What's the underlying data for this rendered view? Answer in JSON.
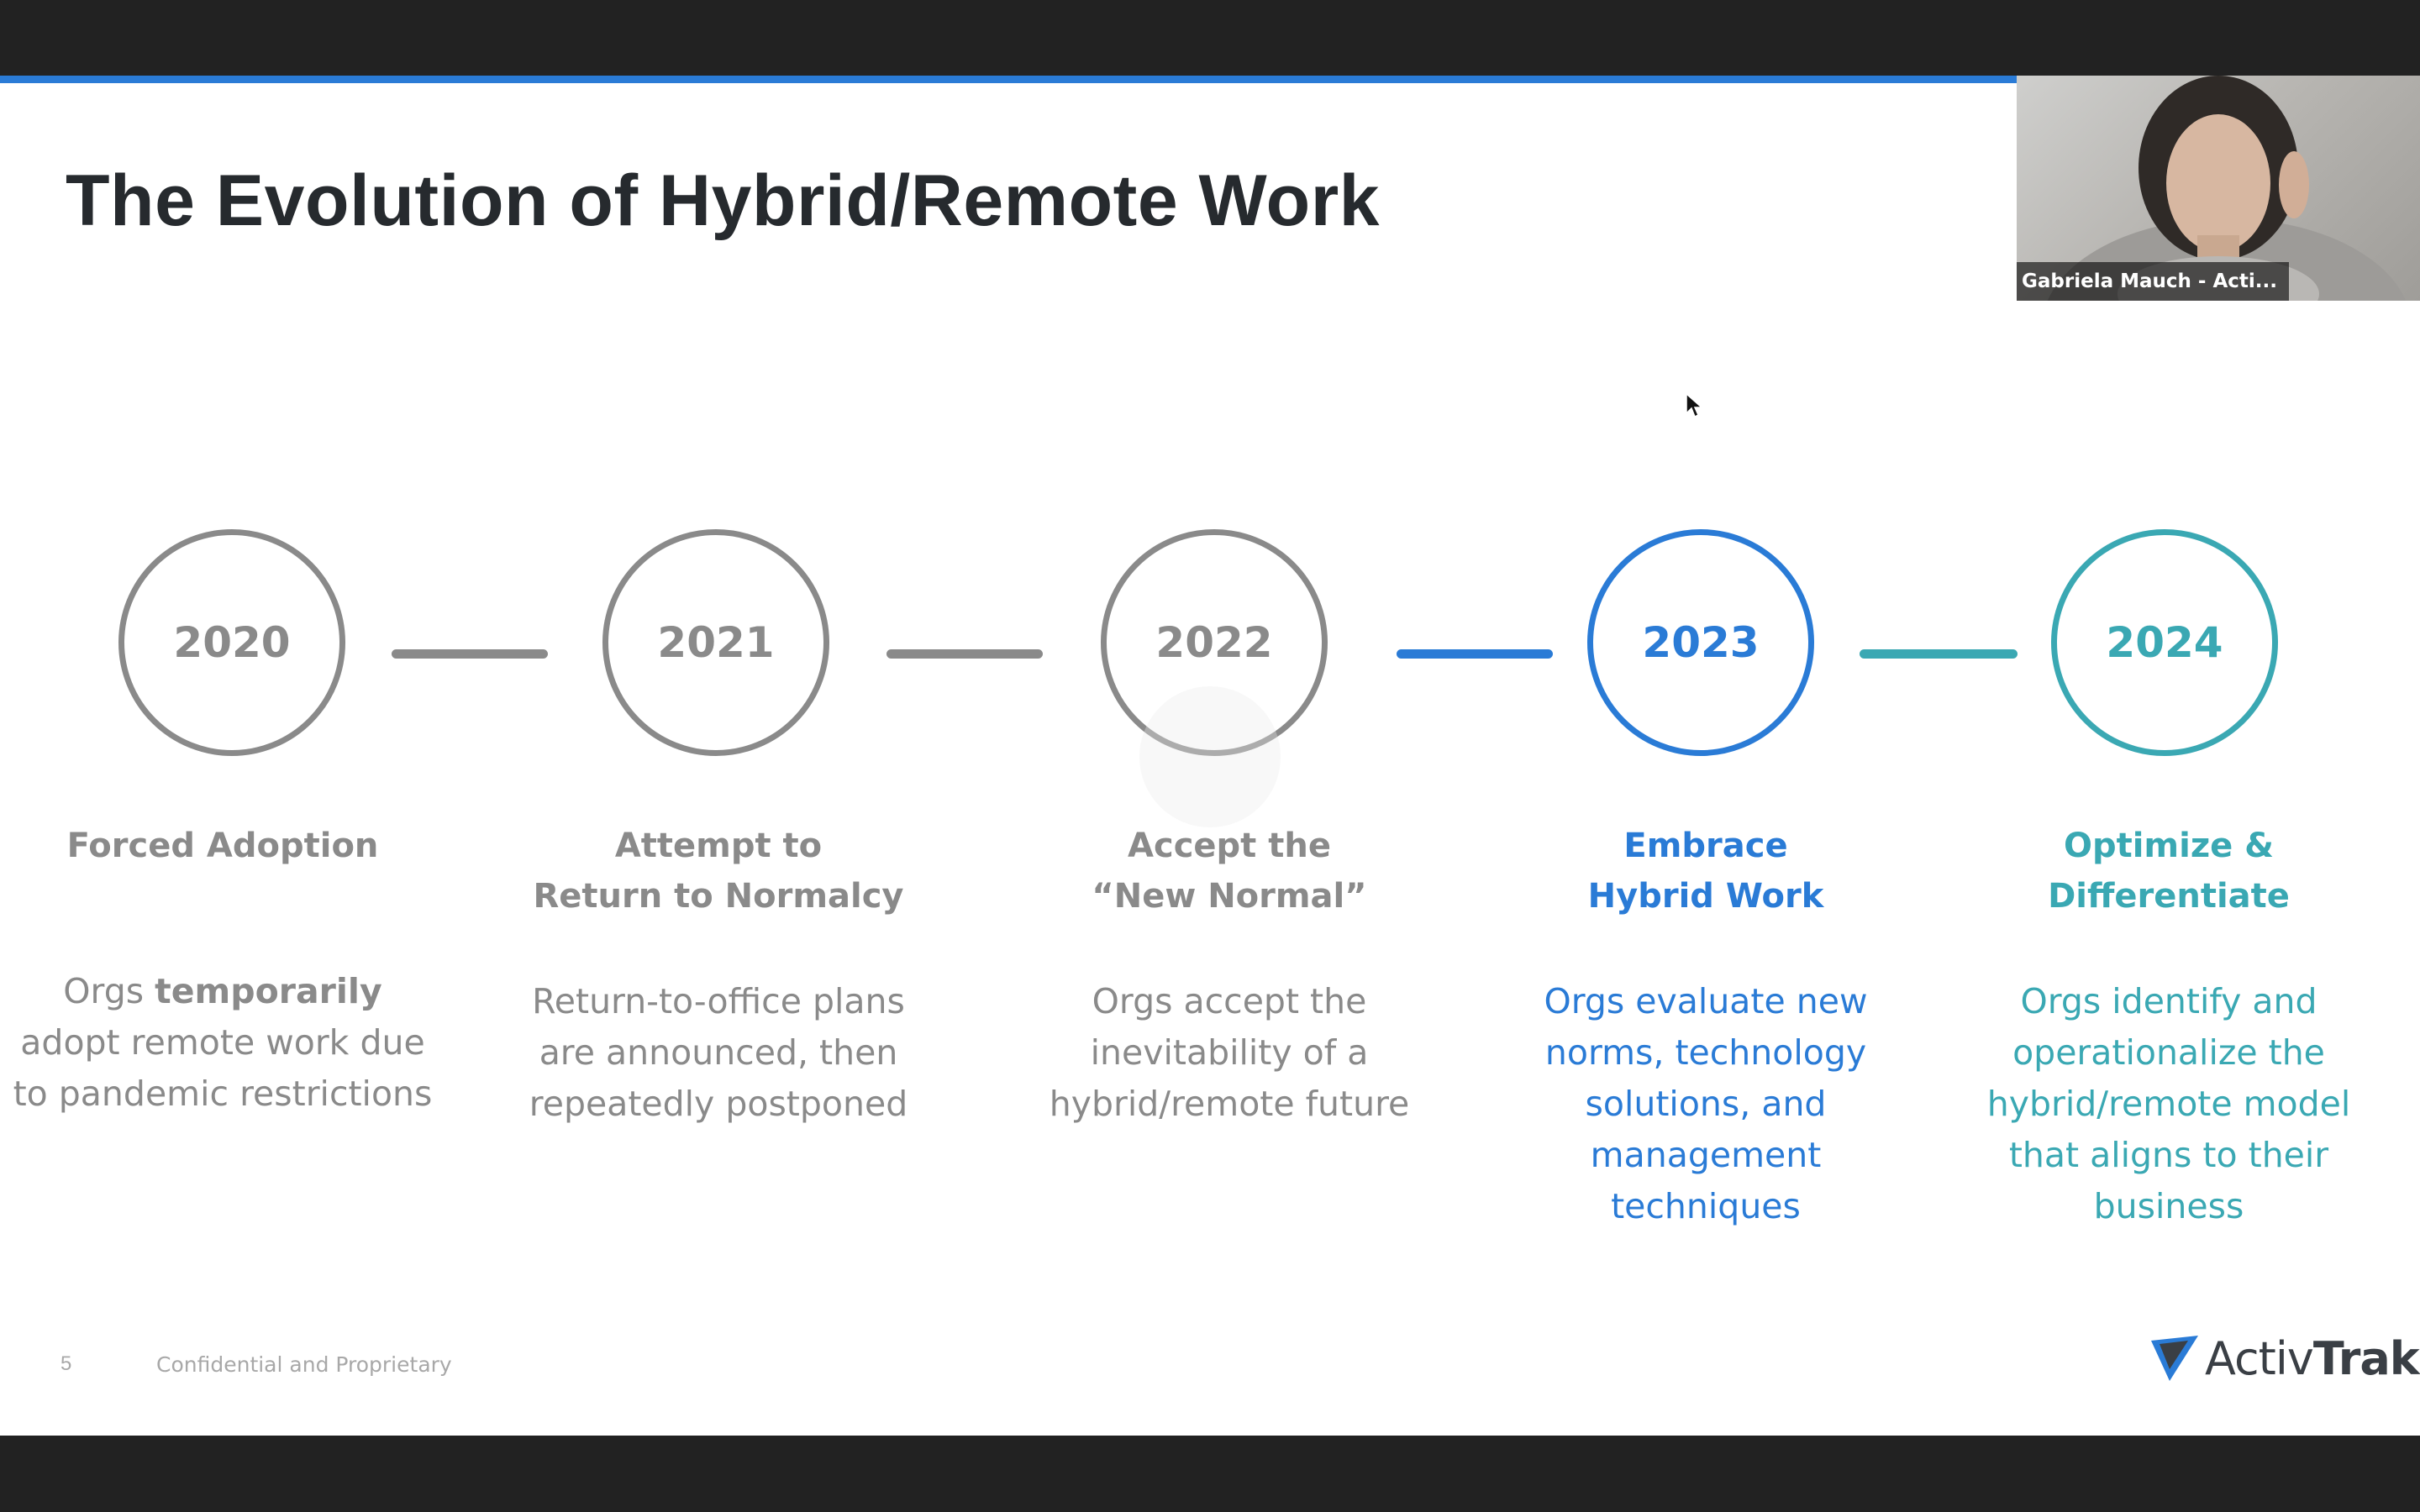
{
  "slide": {
    "title": "The Evolution of Hybrid/Remote Work",
    "page_number": "5",
    "footer_text": "Confidential and Proprietary",
    "logo": {
      "part1": "Activ",
      "part2": "Trak"
    }
  },
  "colors": {
    "gray": "#8a8a8a",
    "blue": "#2a7bd6",
    "teal": "#3aa8b3",
    "accent_line": "#2a7bd6"
  },
  "timeline": [
    {
      "year": "2020",
      "stage": "Forced Adoption",
      "desc_pre": "Orgs ",
      "desc_bold": "temporarily",
      "desc_post": " adopt remote work due to pandemic restrictions"
    },
    {
      "year": "2021",
      "stage": "Attempt to\nReturn to Normalcy",
      "desc": "Return-to-office plans are announced, then repeatedly postponed"
    },
    {
      "year": "2022",
      "stage": "Accept the\n“New Normal”",
      "desc": "Orgs accept the inevitability of a hybrid/remote future"
    },
    {
      "year": "2023",
      "stage": "Embrace\nHybrid Work",
      "desc": "Orgs evaluate new norms, technology solutions, and management techniques"
    },
    {
      "year": "2024",
      "stage": "Optimize &\nDifferentiate",
      "desc": "Orgs identify and operationalize the hybrid/remote model that aligns to their business"
    }
  ],
  "video_tile": {
    "participant_name": "Gabriela Mauch - Acti..."
  }
}
